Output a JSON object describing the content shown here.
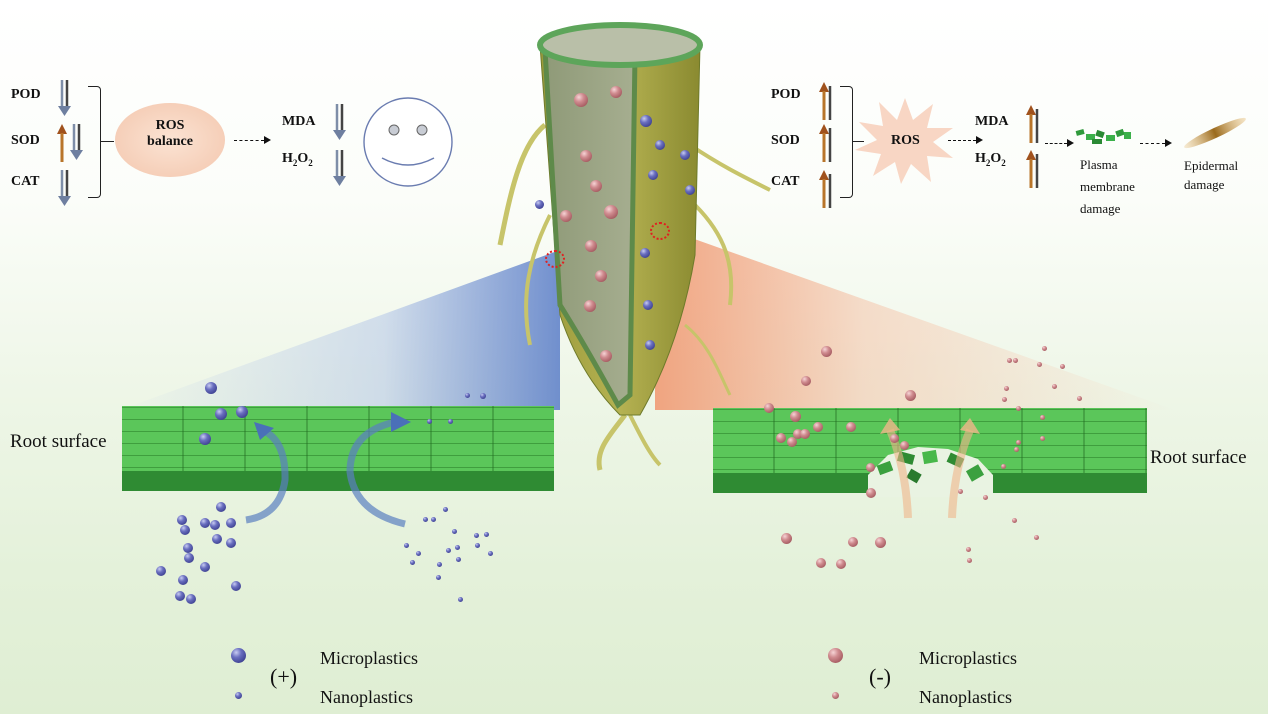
{
  "left_panel": {
    "enzymes": [
      {
        "name": "POD",
        "trend": "down"
      },
      {
        "name": "SOD",
        "trend": "up-and-down"
      },
      {
        "name": "CAT",
        "trend": "down"
      }
    ],
    "ros_label_line1": "ROS",
    "ros_label_line2": "balance",
    "markers": [
      {
        "name": "MDA",
        "trend": "down"
      },
      {
        "name_base": "H",
        "sub1": "2",
        "mid": "O",
        "sub2": "2",
        "trend": "down"
      }
    ],
    "outcome_icon": "smiley-face-icon",
    "root_surface_label": "Root surface",
    "legend_sign": "(+)",
    "legend_items": [
      "Microplastics",
      "Nanoplastics"
    ],
    "particle_color": "#4a4ea8"
  },
  "right_panel": {
    "enzymes": [
      {
        "name": "POD",
        "trend": "up"
      },
      {
        "name": "SOD",
        "trend": "up"
      },
      {
        "name": "CAT",
        "trend": "up"
      }
    ],
    "ros_label": "ROS",
    "markers": [
      {
        "name": "MDA",
        "trend": "up"
      },
      {
        "name_base": "H",
        "sub1": "2",
        "mid": "O",
        "sub2": "2",
        "trend": "up"
      }
    ],
    "damage_steps": [
      {
        "icon": "membrane-fragments-icon",
        "label_lines": [
          "Plasma",
          "membrane",
          "damage"
        ]
      },
      {
        "icon": "epidermal-fiber-icon",
        "label_lines": [
          "Epidermal",
          "damage"
        ]
      }
    ],
    "root_surface_label": "Root surface",
    "legend_sign": "(-)",
    "legend_items": [
      "Microplastics",
      "Nanoplastics"
    ],
    "particle_color": "#c07a80"
  },
  "colors": {
    "down_arrow": "#6e7fa0",
    "up_arrow": "#a0521d",
    "ros_balance_fill": "#f6cfb8",
    "ros_burst_fill": "#f8d6c4",
    "root_green": "#58c257",
    "root_core": "#8a9a6a"
  }
}
